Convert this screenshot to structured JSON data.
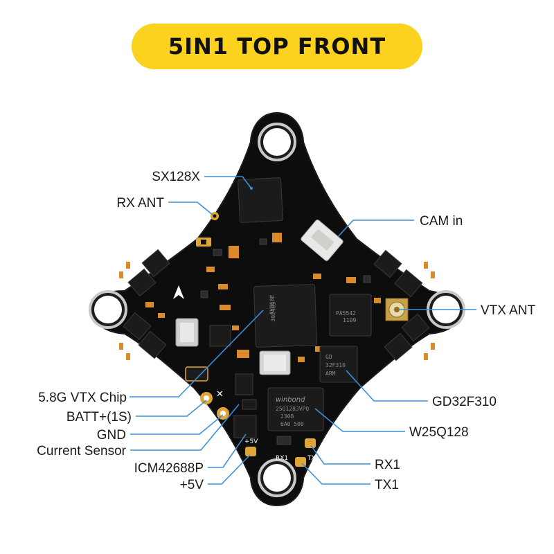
{
  "title": "5IN1 TOP FRONT",
  "colors": {
    "title_bg": "#fbd21e",
    "board": "#0d0d0d",
    "leader_line": "#3a8fd8",
    "pad_gold": "#e0a537"
  },
  "labels": {
    "sx128x": "SX128X",
    "rx_ant": "RX ANT",
    "cam_in": "CAM in",
    "vtx_ant": "VTX ANT",
    "vtx_chip": "5.8G VTX Chip",
    "batt": "BATT+(1S)",
    "gnd": "GND",
    "current_sensor": "Current Sensor",
    "icm": "ICM42688P",
    "v5": "+5V",
    "gd32": "GD32F310",
    "w25": "W25Q128",
    "rx1": "RX1",
    "tx1": "TX1"
  },
  "silkscreen": {
    "rx1": "RX1",
    "tx1": "TX1",
    "v5": "+5V",
    "x_mark": "✕"
  },
  "chip_marks": {
    "vtx_chip": [
      "AV058E",
      "302405"
    ],
    "pa": [
      "PA5542",
      "1109"
    ],
    "winbond_brand": "winbond",
    "winbond": [
      "25Q128JVPQ",
      "2308",
      "6A0 500"
    ],
    "gd": [
      "GD",
      "32F310",
      "ARM"
    ]
  },
  "icons": {
    "logo": "arrow-a-logo-icon",
    "antenna_connector": "ufl-connector-icon"
  }
}
